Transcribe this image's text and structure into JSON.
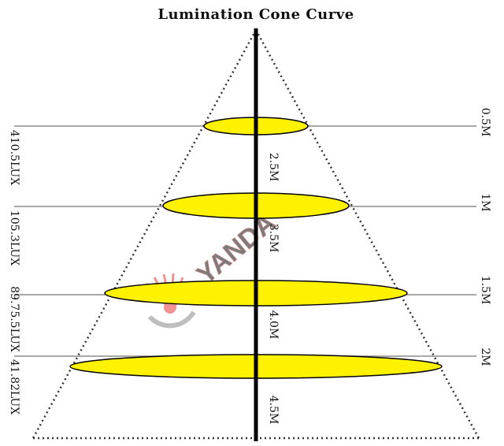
{
  "title": "Lumination Cone Curve",
  "levels": [
    {
      "distance": "0.5M",
      "diameter": "2.5M",
      "illuminance": "410.5LUX"
    },
    {
      "distance": "1M",
      "diameter": "3.5M",
      "illuminance": "105.3LUX"
    },
    {
      "distance": "1.5M",
      "diameter": "4.0M",
      "illuminance": "89.75.5LUX"
    },
    {
      "distance": "2M",
      "diameter": "4.5M",
      "illuminance": "41.82LUX"
    }
  ],
  "watermark": "YANDA",
  "colors": {
    "ellipse_fill": "#fff200",
    "guide_line": "#8c8c8c",
    "axis": "#000000",
    "cone": "#333333",
    "watermark_red": "#e43b3b",
    "watermark_grey": "#8a8a8a"
  }
}
